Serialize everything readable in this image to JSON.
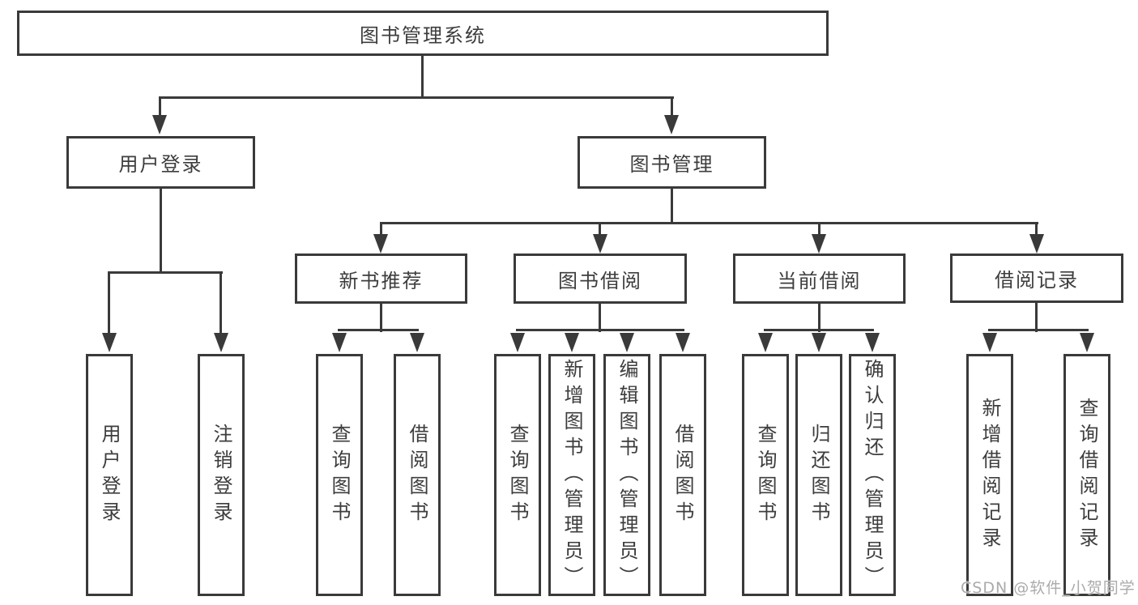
{
  "colors": {
    "line": "#3a3a3a",
    "text": "#3d3d3d",
    "background": "#ffffff",
    "watermark": "#ababab"
  },
  "diagram": {
    "root": {
      "label": "图书管理系统"
    },
    "level2": [
      {
        "label": "用户登录"
      },
      {
        "label": "图书管理"
      }
    ],
    "level3": [
      {
        "label": "新书推荐"
      },
      {
        "label": "图书借阅"
      },
      {
        "label": "当前借阅"
      },
      {
        "label": "借阅记录"
      }
    ],
    "leaves_user": [
      {
        "label": "用户登录"
      },
      {
        "label": "注销登录"
      }
    ],
    "leaves_recommend": [
      {
        "label": "查询图书"
      },
      {
        "label": "借阅图书"
      }
    ],
    "leaves_borrow": [
      {
        "label": "查询图书"
      },
      {
        "label": "新增图书（管理员）"
      },
      {
        "label": "编辑图书（管理员）"
      },
      {
        "label": "借阅图书"
      }
    ],
    "leaves_current": [
      {
        "label": "查询图书"
      },
      {
        "label": "归还图书"
      },
      {
        "label": "确认归还（管理员）"
      }
    ],
    "leaves_records": [
      {
        "label": "新增借阅记录"
      },
      {
        "label": "查询借阅记录"
      }
    ]
  },
  "watermark": {
    "text": "CSDN @软件_小贺同学"
  }
}
